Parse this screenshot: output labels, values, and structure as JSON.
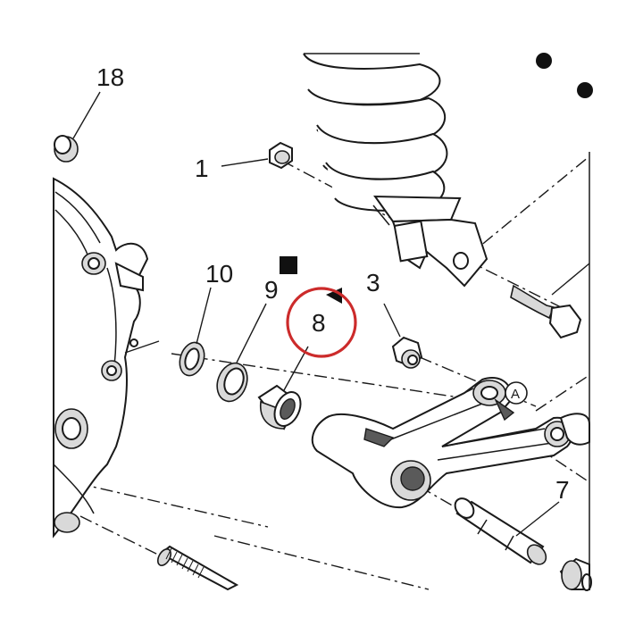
{
  "callouts": [
    {
      "id": "18",
      "text": "18"
    },
    {
      "id": "1",
      "text": "1"
    },
    {
      "id": "10",
      "text": "10"
    },
    {
      "id": "9",
      "text": "9"
    },
    {
      "id": "8",
      "text": "8"
    },
    {
      "id": "3",
      "text": "3"
    },
    {
      "id": "7",
      "text": "7"
    }
  ],
  "reference_mark": "A",
  "highlight": {
    "target": "8",
    "color": "#cc2b2b"
  }
}
